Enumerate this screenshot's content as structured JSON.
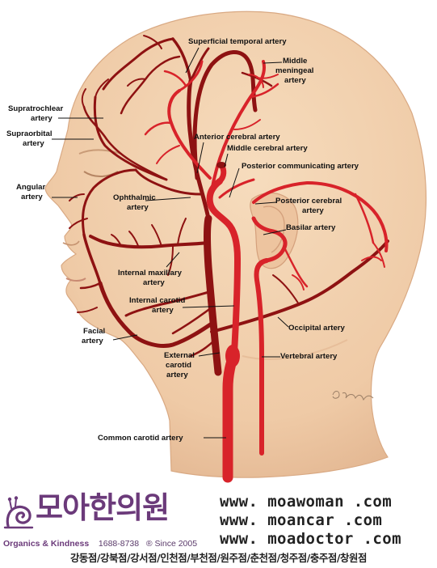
{
  "labels": {
    "superficial_temporal": "Superficial temporal artery",
    "middle_meningeal_1": "Middle",
    "middle_meningeal_2": "meningeal",
    "middle_meningeal_3": "artery",
    "supratrochlear_1": "Supratrochlear",
    "supratrochlear_2": "artery",
    "supraorbital_1": "Supraorbital",
    "supraorbital_2": "artery",
    "anterior_cerebral": "Anterior cerebral artery",
    "middle_cerebral": "Middle cerebral artery",
    "posterior_communicating": "Posterior communicating artery",
    "angular_1": "Angular",
    "angular_2": "artery",
    "ophthalmic_1": "Ophthalmic",
    "ophthalmic_2": "artery",
    "posterior_cerebral_1": "Posterior cerebral",
    "posterior_cerebral_2": "artery",
    "basilar": "Basilar artery",
    "internal_maxillary_1": "Internal maxillary",
    "internal_maxillary_2": "artery",
    "internal_carotid_1": "Internal carotid",
    "internal_carotid_2": "artery",
    "occipital": "Occipital artery",
    "facial_1": "Facial",
    "facial_2": "artery",
    "external_carotid_1": "External",
    "external_carotid_2": "carotid",
    "external_carotid_3": "artery",
    "vertebral": "Vertebral artery",
    "common_carotid": "Common carotid artery"
  },
  "colors": {
    "skin": "#f2d2b0",
    "skin_shadow": "#dcae88",
    "artery": "#d8232a",
    "artery_dark": "#8e1212",
    "leader": "#111111",
    "brand": "#6b3a7a"
  },
  "footer": {
    "logo_icon": "snail-logo-icon",
    "brand_name": "모아한의원",
    "tagline": "Organics & Kindness",
    "phone": "1688-8738",
    "since": "® Since 2005",
    "urls": [
      "www. moawoman .com",
      "www. moancar .com",
      "www. moadoctor .com"
    ],
    "branches": "강동점/강북점/강서점/인천점/부천점/원주점/춘천점/청주점/충주점/창원점"
  }
}
